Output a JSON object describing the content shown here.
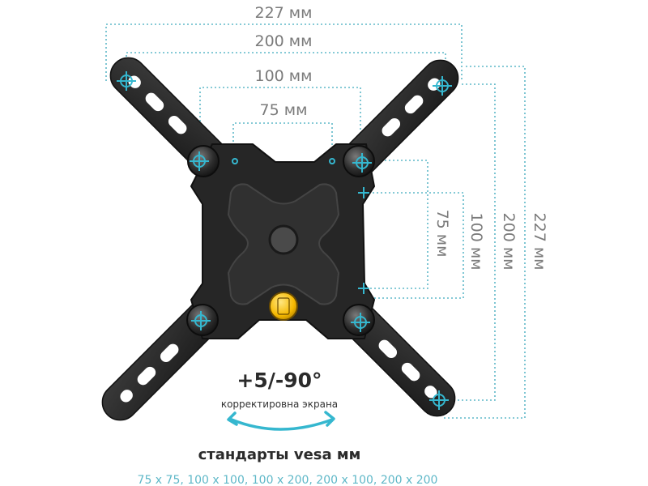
{
  "dimensions": {
    "horizontal": [
      {
        "label": "227 мм"
      },
      {
        "label": "200 мм"
      },
      {
        "label": "100 мм"
      },
      {
        "label": "75 мм"
      }
    ],
    "vertical": [
      {
        "label": "75 мм"
      },
      {
        "label": "100 мм"
      },
      {
        "label": "200 мм"
      },
      {
        "label": "227 мм"
      }
    ]
  },
  "rotation": {
    "angle": "+5/-90°",
    "caption": "корректировна экрана"
  },
  "vesa": {
    "title": "стандарты vesa мм",
    "list": "75 x 75, 100 x 100, 100 x 200, 200 x 100, 200 x 200"
  },
  "colors": {
    "dimension_line": "#5fb8c8",
    "bracket": "#2a2a2a",
    "target": "#35b7cf",
    "text": "#7b7b7b",
    "knob": "#f5b800"
  },
  "icons": [
    "crosshair-icon",
    "rotate-arrow-icon"
  ]
}
